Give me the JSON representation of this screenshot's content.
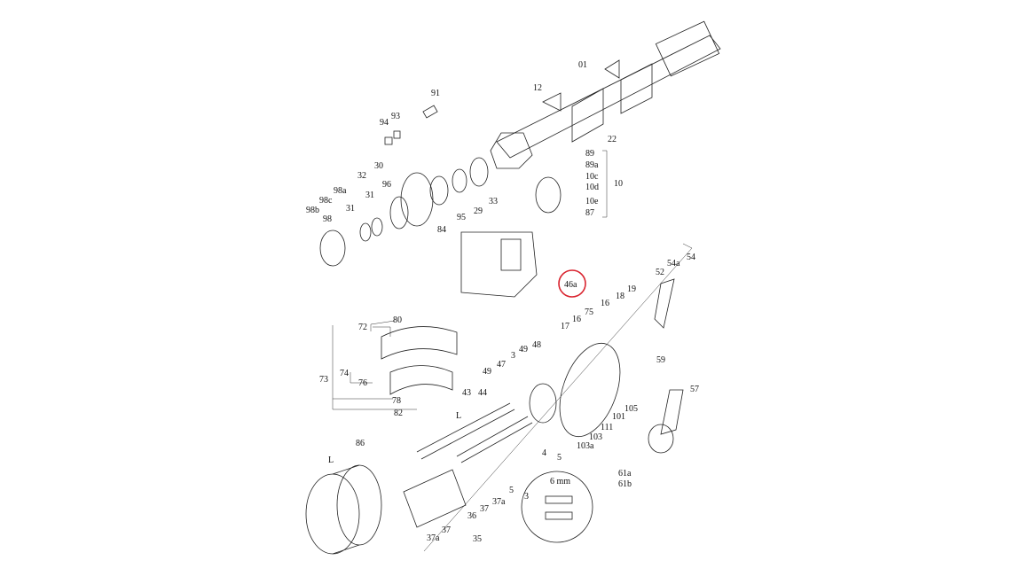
{
  "diagram": {
    "title": "Axle, hub and brake assembly exploded view",
    "highlight_color": "#d9232e",
    "highlighted_label": "46a",
    "labels": [
      "01",
      "12",
      "22",
      "91",
      "94",
      "93",
      "89",
      "89a",
      "10c",
      "10d",
      "10",
      "10e",
      "87",
      "33",
      "29",
      "95",
      "84",
      "96",
      "30",
      "32",
      "31",
      "31",
      "98a",
      "98c",
      "98",
      "98b",
      "52",
      "54a",
      "54",
      "19",
      "18",
      "16",
      "75",
      "16",
      "17",
      "48",
      "49",
      "3",
      "47",
      "49",
      "59",
      "57",
      "105",
      "101",
      "111",
      "103",
      "103a",
      "4",
      "5",
      "43",
      "44",
      "80",
      "72",
      "74",
      "76",
      "73",
      "78",
      "82",
      "86",
      "3",
      "37a",
      "37",
      "36",
      "5",
      "37",
      "37a",
      "35",
      "61a",
      "61b",
      "L",
      "L"
    ],
    "detail_dimension": "6 mm"
  }
}
